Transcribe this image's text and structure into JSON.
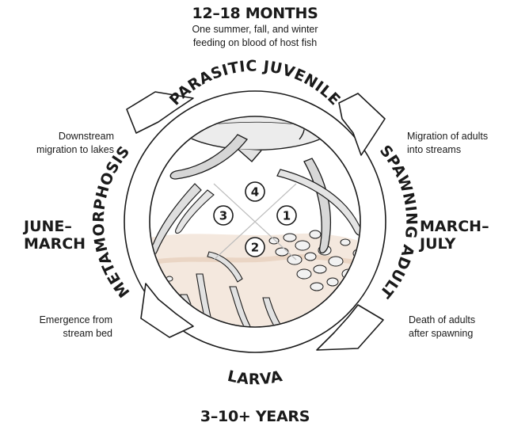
{
  "top": {
    "duration": "12–18 MONTHS",
    "description_line1": "One summer, fall, and winter",
    "description_line2": "feeding on blood of host fish"
  },
  "bottom": {
    "duration": "3–10+ YEARS"
  },
  "left": {
    "period_line1": "JUNE–",
    "period_line2": "MARCH"
  },
  "right": {
    "period_line1": "MARCH–",
    "period_line2": "JULY"
  },
  "notes": {
    "top_left_line1": "Downstream",
    "top_left_line2": "migration to lakes",
    "top_right_line1": "Migration of adults",
    "top_right_line2": "into streams",
    "bottom_left_line1": "Emergence from",
    "bottom_left_line2": "stream bed",
    "bottom_right_line1": "Death of adults",
    "bottom_right_line2": "after spawning"
  },
  "stages": {
    "top": "PARASITIC JUVENILE",
    "right": "SPAWNING ADULT",
    "bottom": "LARVA",
    "left": "METAMORPHOSIS"
  },
  "markers": [
    "1",
    "2",
    "3",
    "4"
  ],
  "colors": {
    "ink": "#1a1a1a",
    "paper": "#ffffff",
    "sand": "#e9d2bf",
    "stone": "#d8d8d8"
  }
}
